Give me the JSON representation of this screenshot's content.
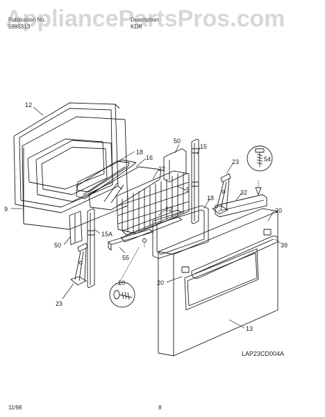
{
  "header": {
    "publication_label": "Publication No.",
    "publication_number": "5995313",
    "description_label": "Description",
    "model_code": "KDR"
  },
  "watermark": "AppliancePartsPros.com",
  "diagram": {
    "code": "LAP23CD004A",
    "callouts": [
      "12",
      "9",
      "18",
      "16",
      "22",
      "50",
      "15",
      "5",
      "23",
      "54",
      "32",
      "20",
      "18",
      "22",
      "15A",
      "50",
      "55",
      "39",
      "10",
      "20",
      "23",
      "13"
    ]
  },
  "footer": {
    "date": "11/98",
    "page": "8"
  },
  "colors": {
    "line": "#1a1a1a",
    "watermark": "#a0a0a0"
  }
}
